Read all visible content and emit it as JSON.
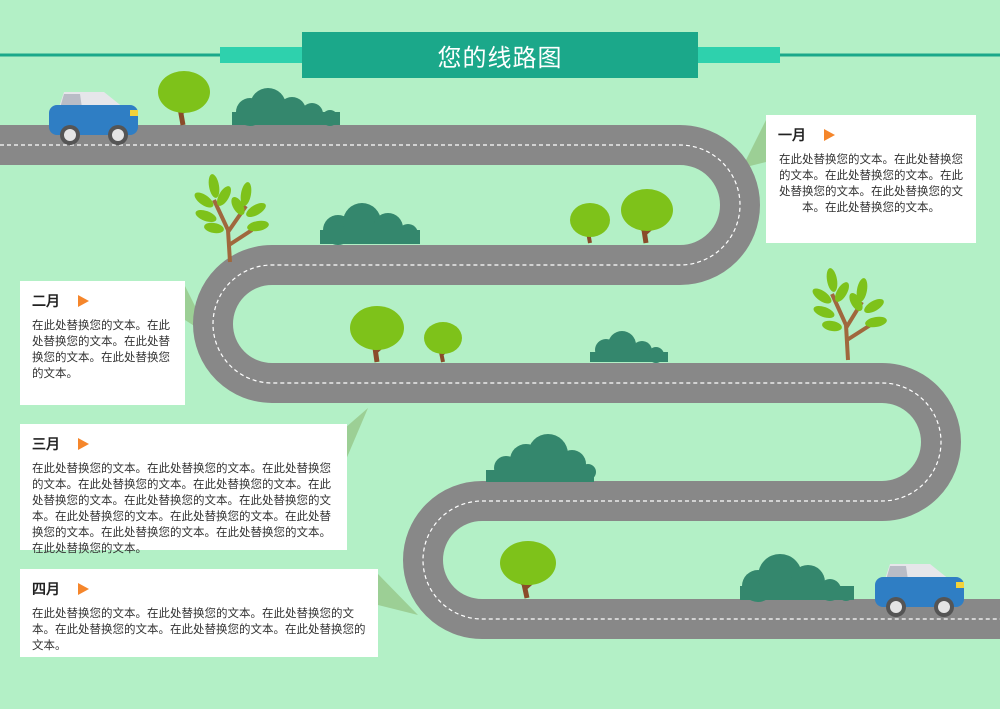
{
  "title": "您的线路图",
  "colors": {
    "background": "#b3f0c6",
    "title_band": "#1ba88a",
    "title_tab": "#2ed1ad",
    "road": "#888888",
    "road_dash": "#ffffff",
    "month_arrow": "#f5862b",
    "card": "#ffffff",
    "car_body": "#2f7ec4",
    "tree_leaf": "#7ec21a",
    "tree_trunk": "#8a4b2a",
    "bush": "#34876d"
  },
  "milestones": [
    {
      "month": "一月",
      "text": "在此处替换您的文本。在此处替换您的文本。在此处替换您的文本。在此处替换您的文本。在此处替换您的文本。在此处替换您的文本。"
    },
    {
      "month": "二月",
      "text": "在此处替换您的文本。在此处替换您的文本。在此处替换您的文本。在此处替换您的文本。"
    },
    {
      "month": "三月",
      "text": "在此处替换您的文本。在此处替换您的文本。在此处替换您的文本。在此处替换您的文本。在此处替换您的文本。在此处替换您的文本。在此处替换您的文本。在此处替换您的文本。在此处替换您的文本。在此处替换您的文本。在此处替换您的文本。在此处替换您的文本。在此处替换您的文本。在此处替换您的文本。"
    },
    {
      "month": "四月",
      "text": "在此处替换您的文本。在此处替换您的文本。在此处替换您的文本。在此处替换您的文本。在此处替换您的文本。在此处替换您的文本。"
    }
  ]
}
